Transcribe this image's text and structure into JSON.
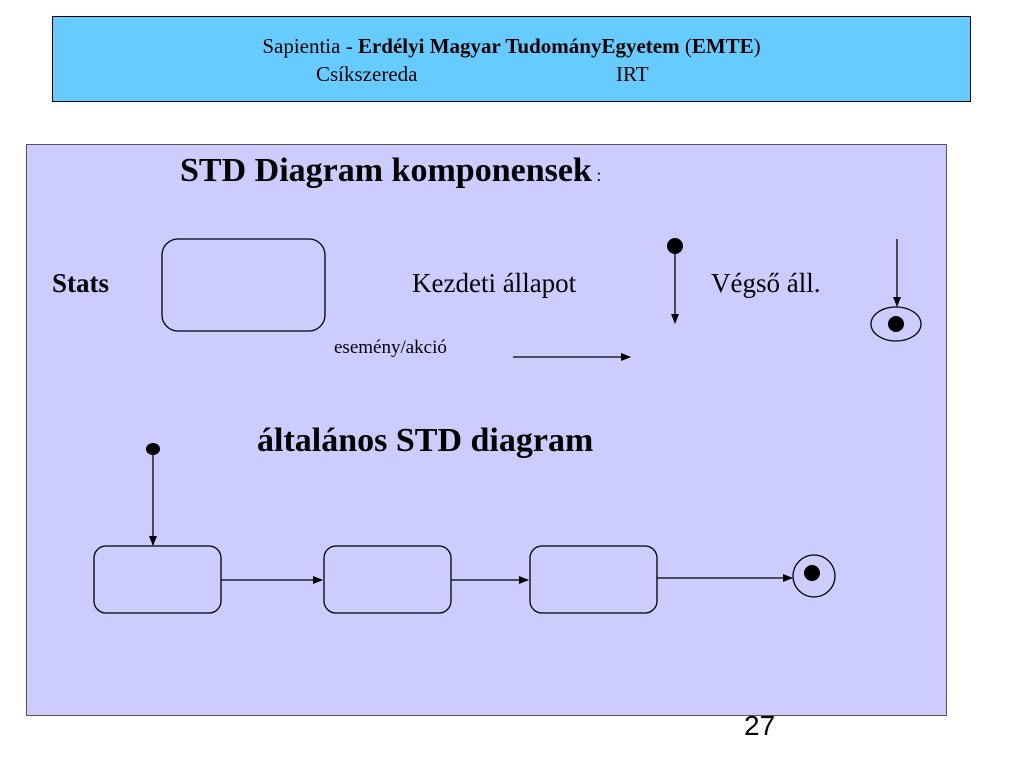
{
  "header": {
    "prefix": "Sapientia - ",
    "university": "Erdélyi Magyar TudományEgyetem",
    "abbr_open": "  (",
    "abbr": "EMTE",
    "abbr_close": ")",
    "city": "Csíkszereda",
    "dept": "IRT"
  },
  "slide": {
    "title": "STD Diagram komponensek",
    "title_colon": " :",
    "legend": {
      "states_label": "Stats",
      "initial_label": "Kezdeti állapot",
      "final_label": "Végső áll.",
      "transition_label": "esemény/akció"
    },
    "general_title": "általános STD diagram",
    "page_number": "27"
  },
  "colors": {
    "header_bg": "#66ccff",
    "panel_bg": "#ccccff",
    "stroke": "#000000"
  }
}
